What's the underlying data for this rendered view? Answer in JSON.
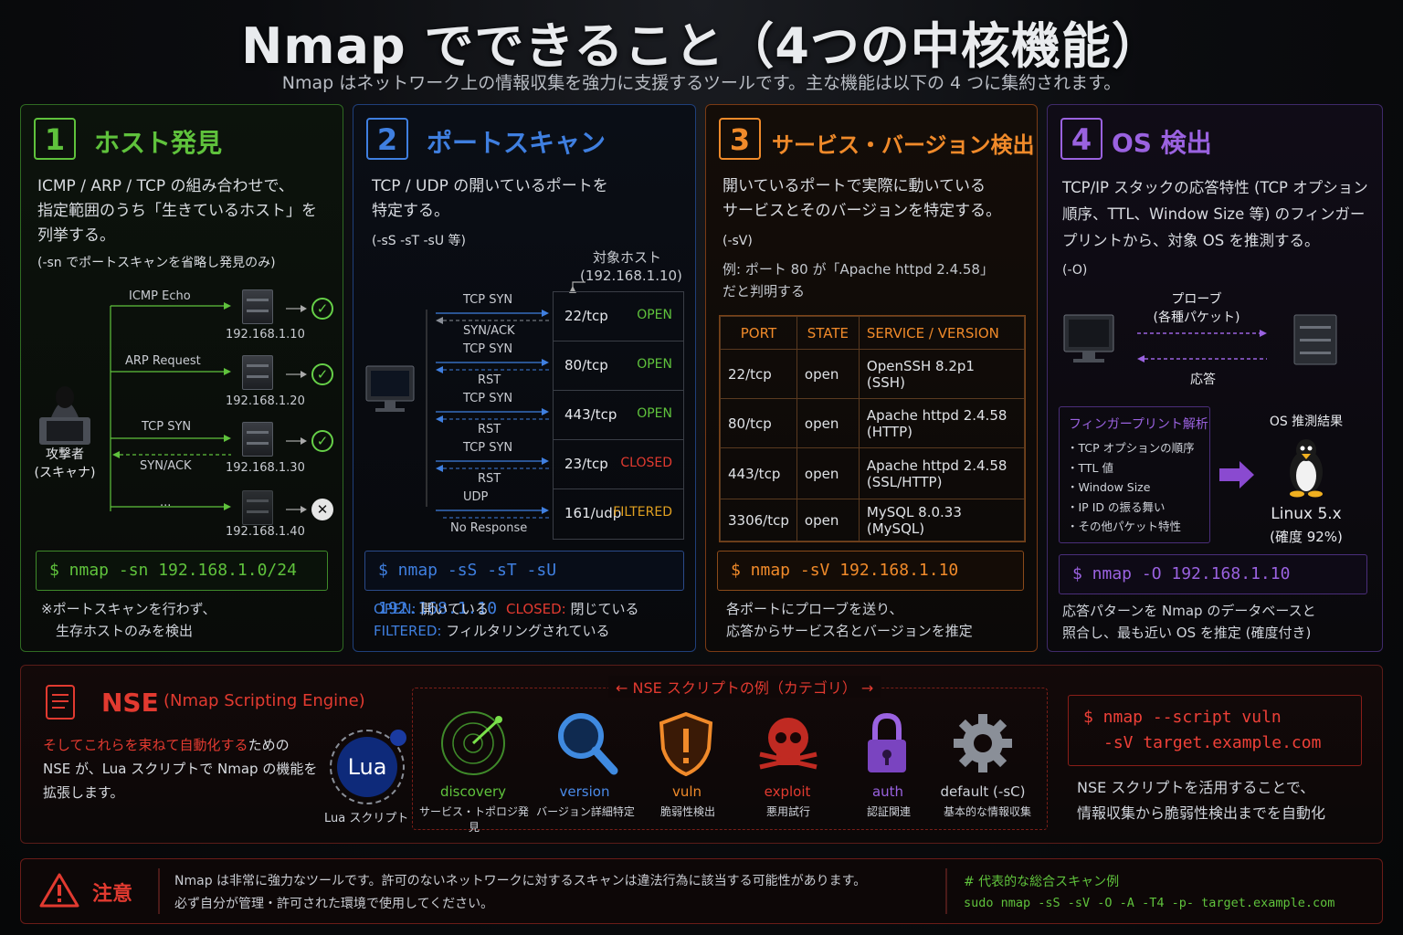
{
  "title": "Nmap でできること（4つの中核機能）",
  "subtitle": "Nmap はネットワーク上の情報収集を強力に支援するツールです。主な機能は以下の 4 つに集約されます。",
  "colors": {
    "green": "#5fc23c",
    "blue": "#3f7fe0",
    "orange": "#f08a2a",
    "purple": "#9a62e0",
    "red": "#e23a30"
  },
  "p1": {
    "num": "1",
    "title": "ホスト発見",
    "desc1": "ICMP / ARP / TCP の組み合わせで、",
    "desc2": "指定範囲のうち「生きているホスト」を",
    "desc3": "列挙する。",
    "option": "(-sn でポートスキャンを省略し発見のみ)",
    "attacker": "攻撃者",
    "attacker2": "(スキャナ)",
    "probes": [
      "ICMP Echo",
      "ARP Request",
      "TCP SYN",
      "..."
    ],
    "reply": "SYN/ACK",
    "hosts": [
      "192.168.1.10",
      "192.168.1.20",
      "192.168.1.30",
      "192.168.1.40"
    ],
    "cmd": "$ nmap -sn 192.168.1.0/24",
    "note1": "※ポートスキャンを行わず、",
    "note2": "生存ホストのみを検出"
  },
  "p2": {
    "num": "2",
    "title": "ポートスキャン",
    "desc1": "TCP / UDP の開いているポートを",
    "desc2": "特定する。",
    "option": "(-sS -sT -sU 等)",
    "target1": "対象ホスト",
    "target2": "(192.168.1.10)",
    "exchanges": [
      [
        "TCP SYN",
        "SYN/ACK"
      ],
      [
        "TCP SYN",
        "RST"
      ],
      [
        "TCP SYN",
        "RST"
      ],
      [
        "TCP SYN",
        "RST"
      ],
      [
        "UDP",
        "No Response"
      ]
    ],
    "ports": [
      {
        "port": "22/tcp",
        "state": "OPEN"
      },
      {
        "port": "80/tcp",
        "state": "OPEN"
      },
      {
        "port": "443/tcp",
        "state": "OPEN"
      },
      {
        "port": "23/tcp",
        "state": "CLOSED"
      },
      {
        "port": "161/udp",
        "state": "FILTERED"
      }
    ],
    "cmd": "$ nmap -sS -sT -sU 192.168.1.10",
    "legend_open": "OPEN:",
    "legend_open_t": "開いている",
    "legend_closed": "CLOSED:",
    "legend_closed_t": "閉じている",
    "legend_filtered": "FILTERED:",
    "legend_filtered_t": "フィルタリングされている"
  },
  "p3": {
    "num": "3",
    "title": "サービス・バージョン検出",
    "desc1": "開いているポートで実際に動いている",
    "desc2": "サービスとそのバージョンを特定する。",
    "option": "(-sV)",
    "ex1": "例: ポート 80 が「Apache httpd 2.4.58」",
    "ex2": "だと判明する",
    "headers": [
      "PORT",
      "STATE",
      "SERVICE / VERSION"
    ],
    "rows": [
      [
        "22/tcp",
        "open",
        "OpenSSH 8.2p1 (SSH)"
      ],
      [
        "80/tcp",
        "open",
        "Apache httpd 2.4.58 (HTTP)"
      ],
      [
        "443/tcp",
        "open",
        "Apache httpd 2.4.58 (SSL/HTTP)"
      ],
      [
        "3306/tcp",
        "open",
        "MySQL 8.0.33 (MySQL)"
      ]
    ],
    "cmd": "$ nmap -sV 192.168.1.10",
    "note1": "各ポートにプローブを送り、",
    "note2": "応答からサービス名とバージョンを推定"
  },
  "p4": {
    "num": "4",
    "title": "OS 検出",
    "desc1": "TCP/IP スタックの応答特性 (TCP オプション",
    "desc2": "順序、TTL、Window Size 等) のフィンガー",
    "desc3": "プリントから、対象 OS を推測する。",
    "option": "(-O)",
    "probe1": "プローブ",
    "probe2": "(各種パケット)",
    "response": "応答",
    "fp_title": "フィンガープリント解析",
    "fp_items": [
      "・TCP オプションの順序",
      "・TTL 値",
      "・Window Size",
      "・IP ID の振る舞い",
      "・その他パケット特性"
    ],
    "result_title": "OS 推測結果",
    "result": "Linux 5.x",
    "confidence": "(確度 92%)",
    "cmd": "$ nmap -O 192.168.1.10",
    "note1": "応答パターンを Nmap のデータベースと",
    "note2": "照合し、最も近い OS を推定 (確度付き)"
  },
  "nse": {
    "title": "NSE",
    "subtitle": "(Nmap Scripting Engine)",
    "desc_a": "そしてこれらを束ねて自動化する",
    "desc_b": "ための",
    "desc2": "NSE が、Lua スクリプトで Nmap の機能を",
    "desc3": "拡張します。",
    "lua": "Lua",
    "lua_caption": "Lua スクリプト",
    "examples_title": "NSE スクリプトの例（カテゴリ）",
    "categories": [
      {
        "name": "discovery",
        "desc": "サービス・トポロジ発見",
        "icon": "radar-icon"
      },
      {
        "name": "version",
        "desc": "バージョン詳細特定",
        "icon": "magnifier-icon"
      },
      {
        "name": "vuln",
        "desc": "脆弱性検出",
        "icon": "shield-warning-icon"
      },
      {
        "name": "exploit",
        "desc": "悪用試行",
        "icon": "skull-icon"
      },
      {
        "name": "auth",
        "desc": "認証関連",
        "icon": "padlock-icon"
      },
      {
        "name": "default (-sC)",
        "desc": "基本的な情報収集",
        "icon": "gear-icon"
      }
    ],
    "cmd1": "$ nmap --script vuln",
    "cmd2": "-sV target.example.com",
    "note1": "NSE スクリプトを活用することで、",
    "note2": "情報収集から脆弱性検出までを自動化"
  },
  "warning": {
    "label": "注意",
    "text1": "Nmap は非常に強力なツールです。許可のないネットワークに対するスキャンは違法行為に該当する可能性があります。",
    "text2": "必ず自分が管理・許可された環境で使用してください。",
    "comment": "# 代表的な総合スキャン例",
    "cmd": "sudo nmap -sS -sV -O -A -T4 -p- target.example.com"
  }
}
